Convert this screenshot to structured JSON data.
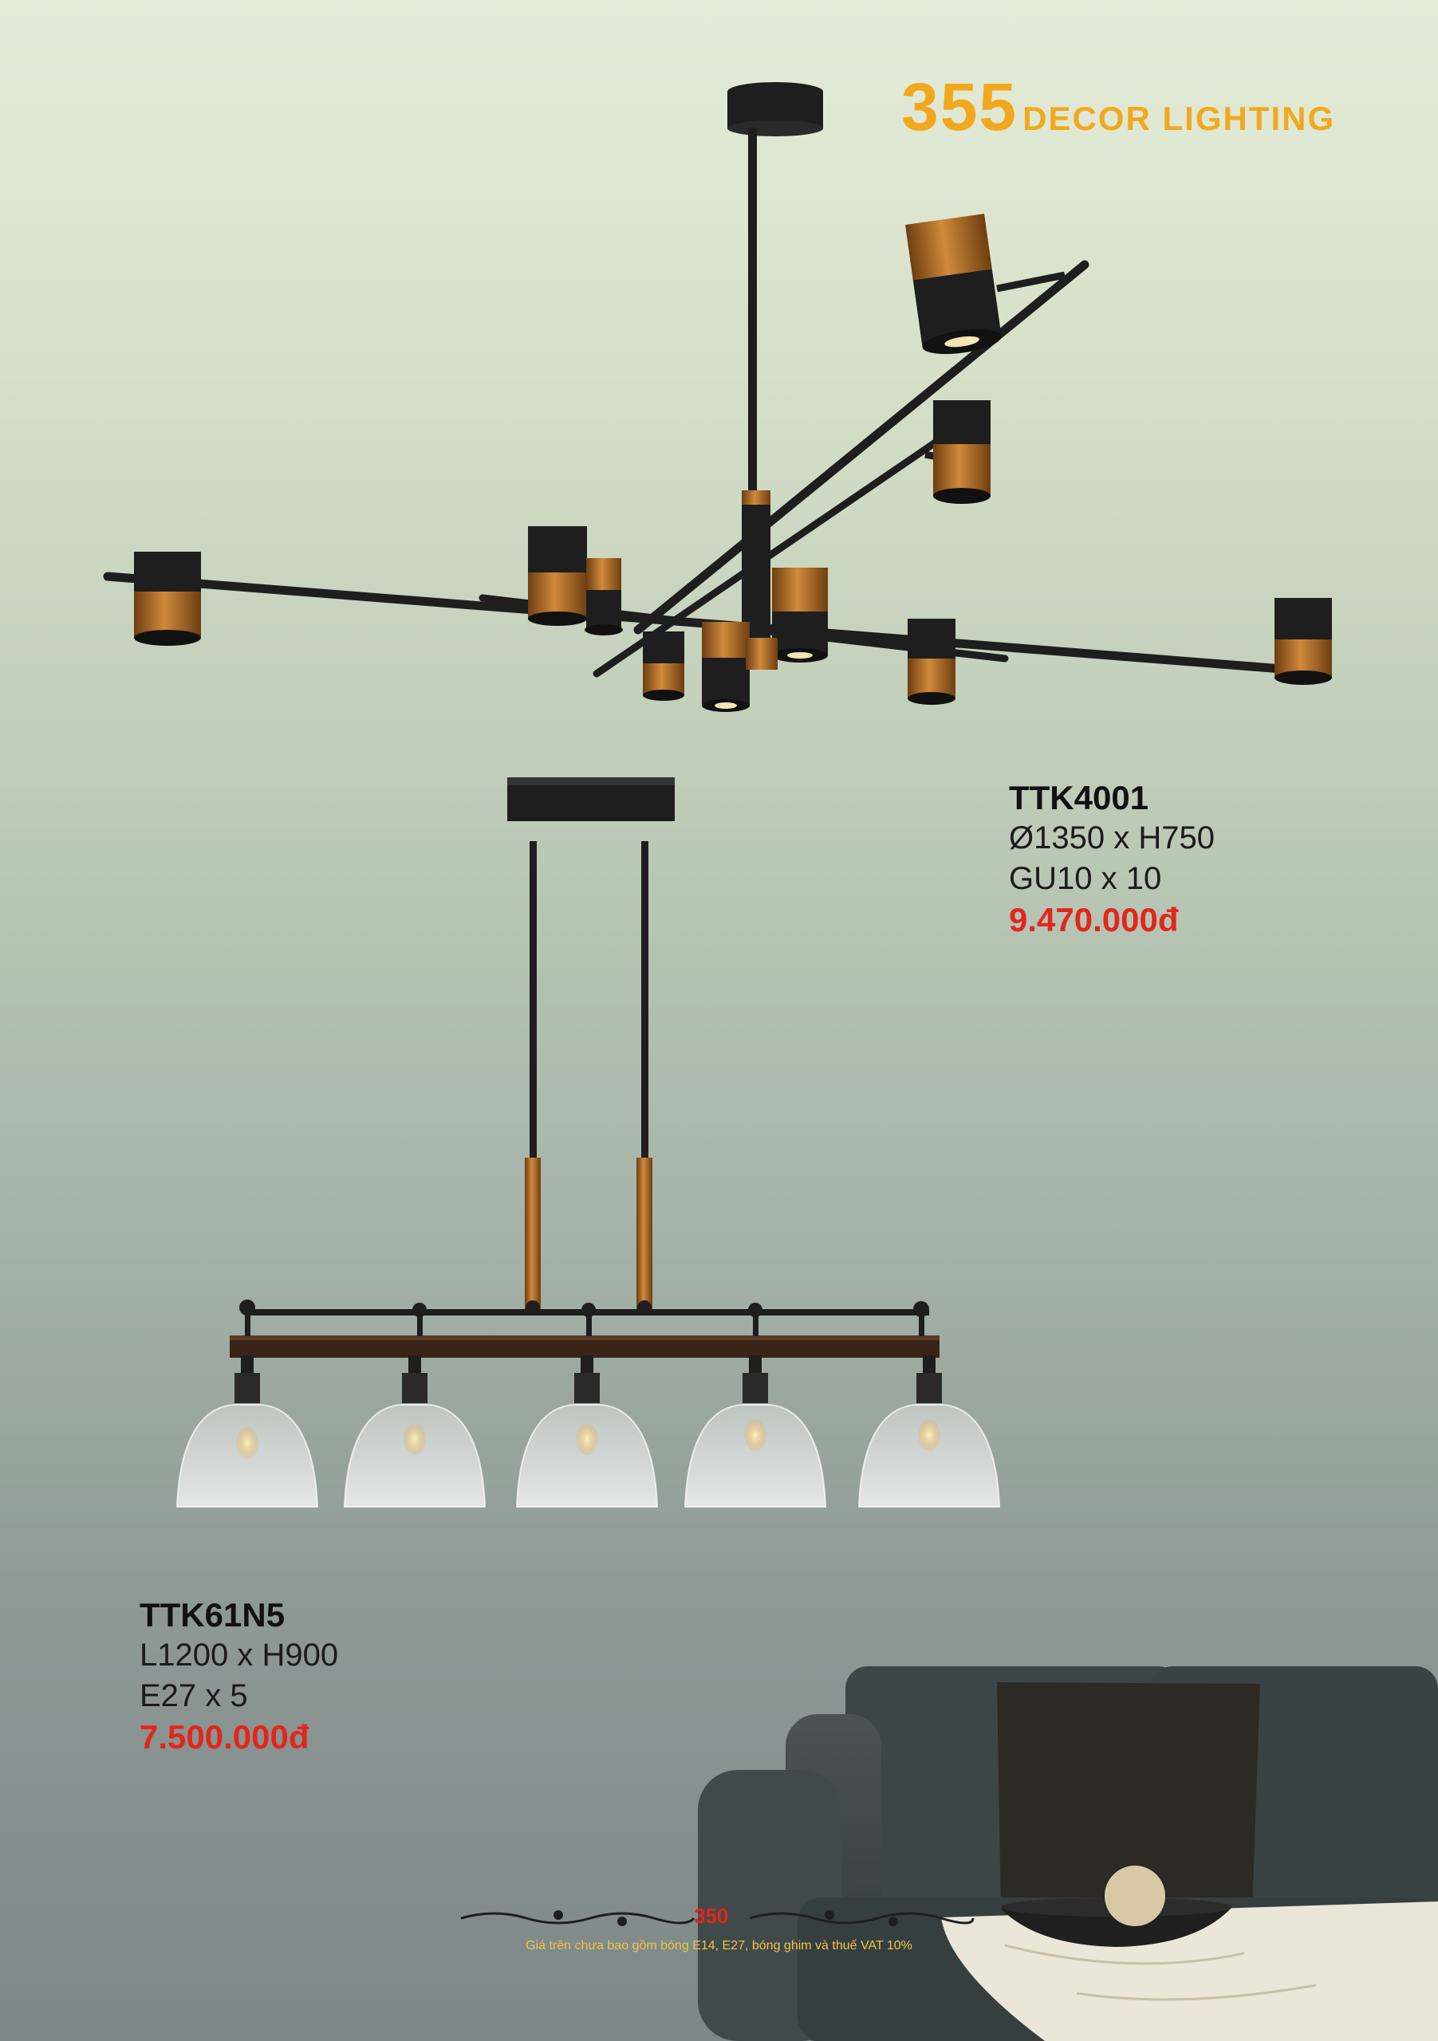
{
  "brand": {
    "number": "355",
    "name": "DECOR LIGHTING",
    "color": "#f2a81e"
  },
  "products": [
    {
      "code": "TTK4001",
      "dimensions": "Ø1350 x H750",
      "bulbs": "GU10 x 10",
      "price": "9.470.000đ"
    },
    {
      "code": "TTK61N5",
      "dimensions": "L1200 x H900",
      "bulbs": "E27 x 5",
      "price": "7.500.000đ"
    }
  ],
  "footer": {
    "page_number": "350",
    "note": "Giá trên chưa bao gồm bóng E14, E27, bóng ghim và thuế VAT 10%"
  },
  "colors": {
    "price": "#e3261b",
    "accent": "#f2a81e",
    "fixture_dark": "#1e1e1e",
    "fixture_copper": "#b8732c"
  },
  "icons": [
    "chandelier-image",
    "pendant-image",
    "sofa-image",
    "ornament-icon"
  ]
}
